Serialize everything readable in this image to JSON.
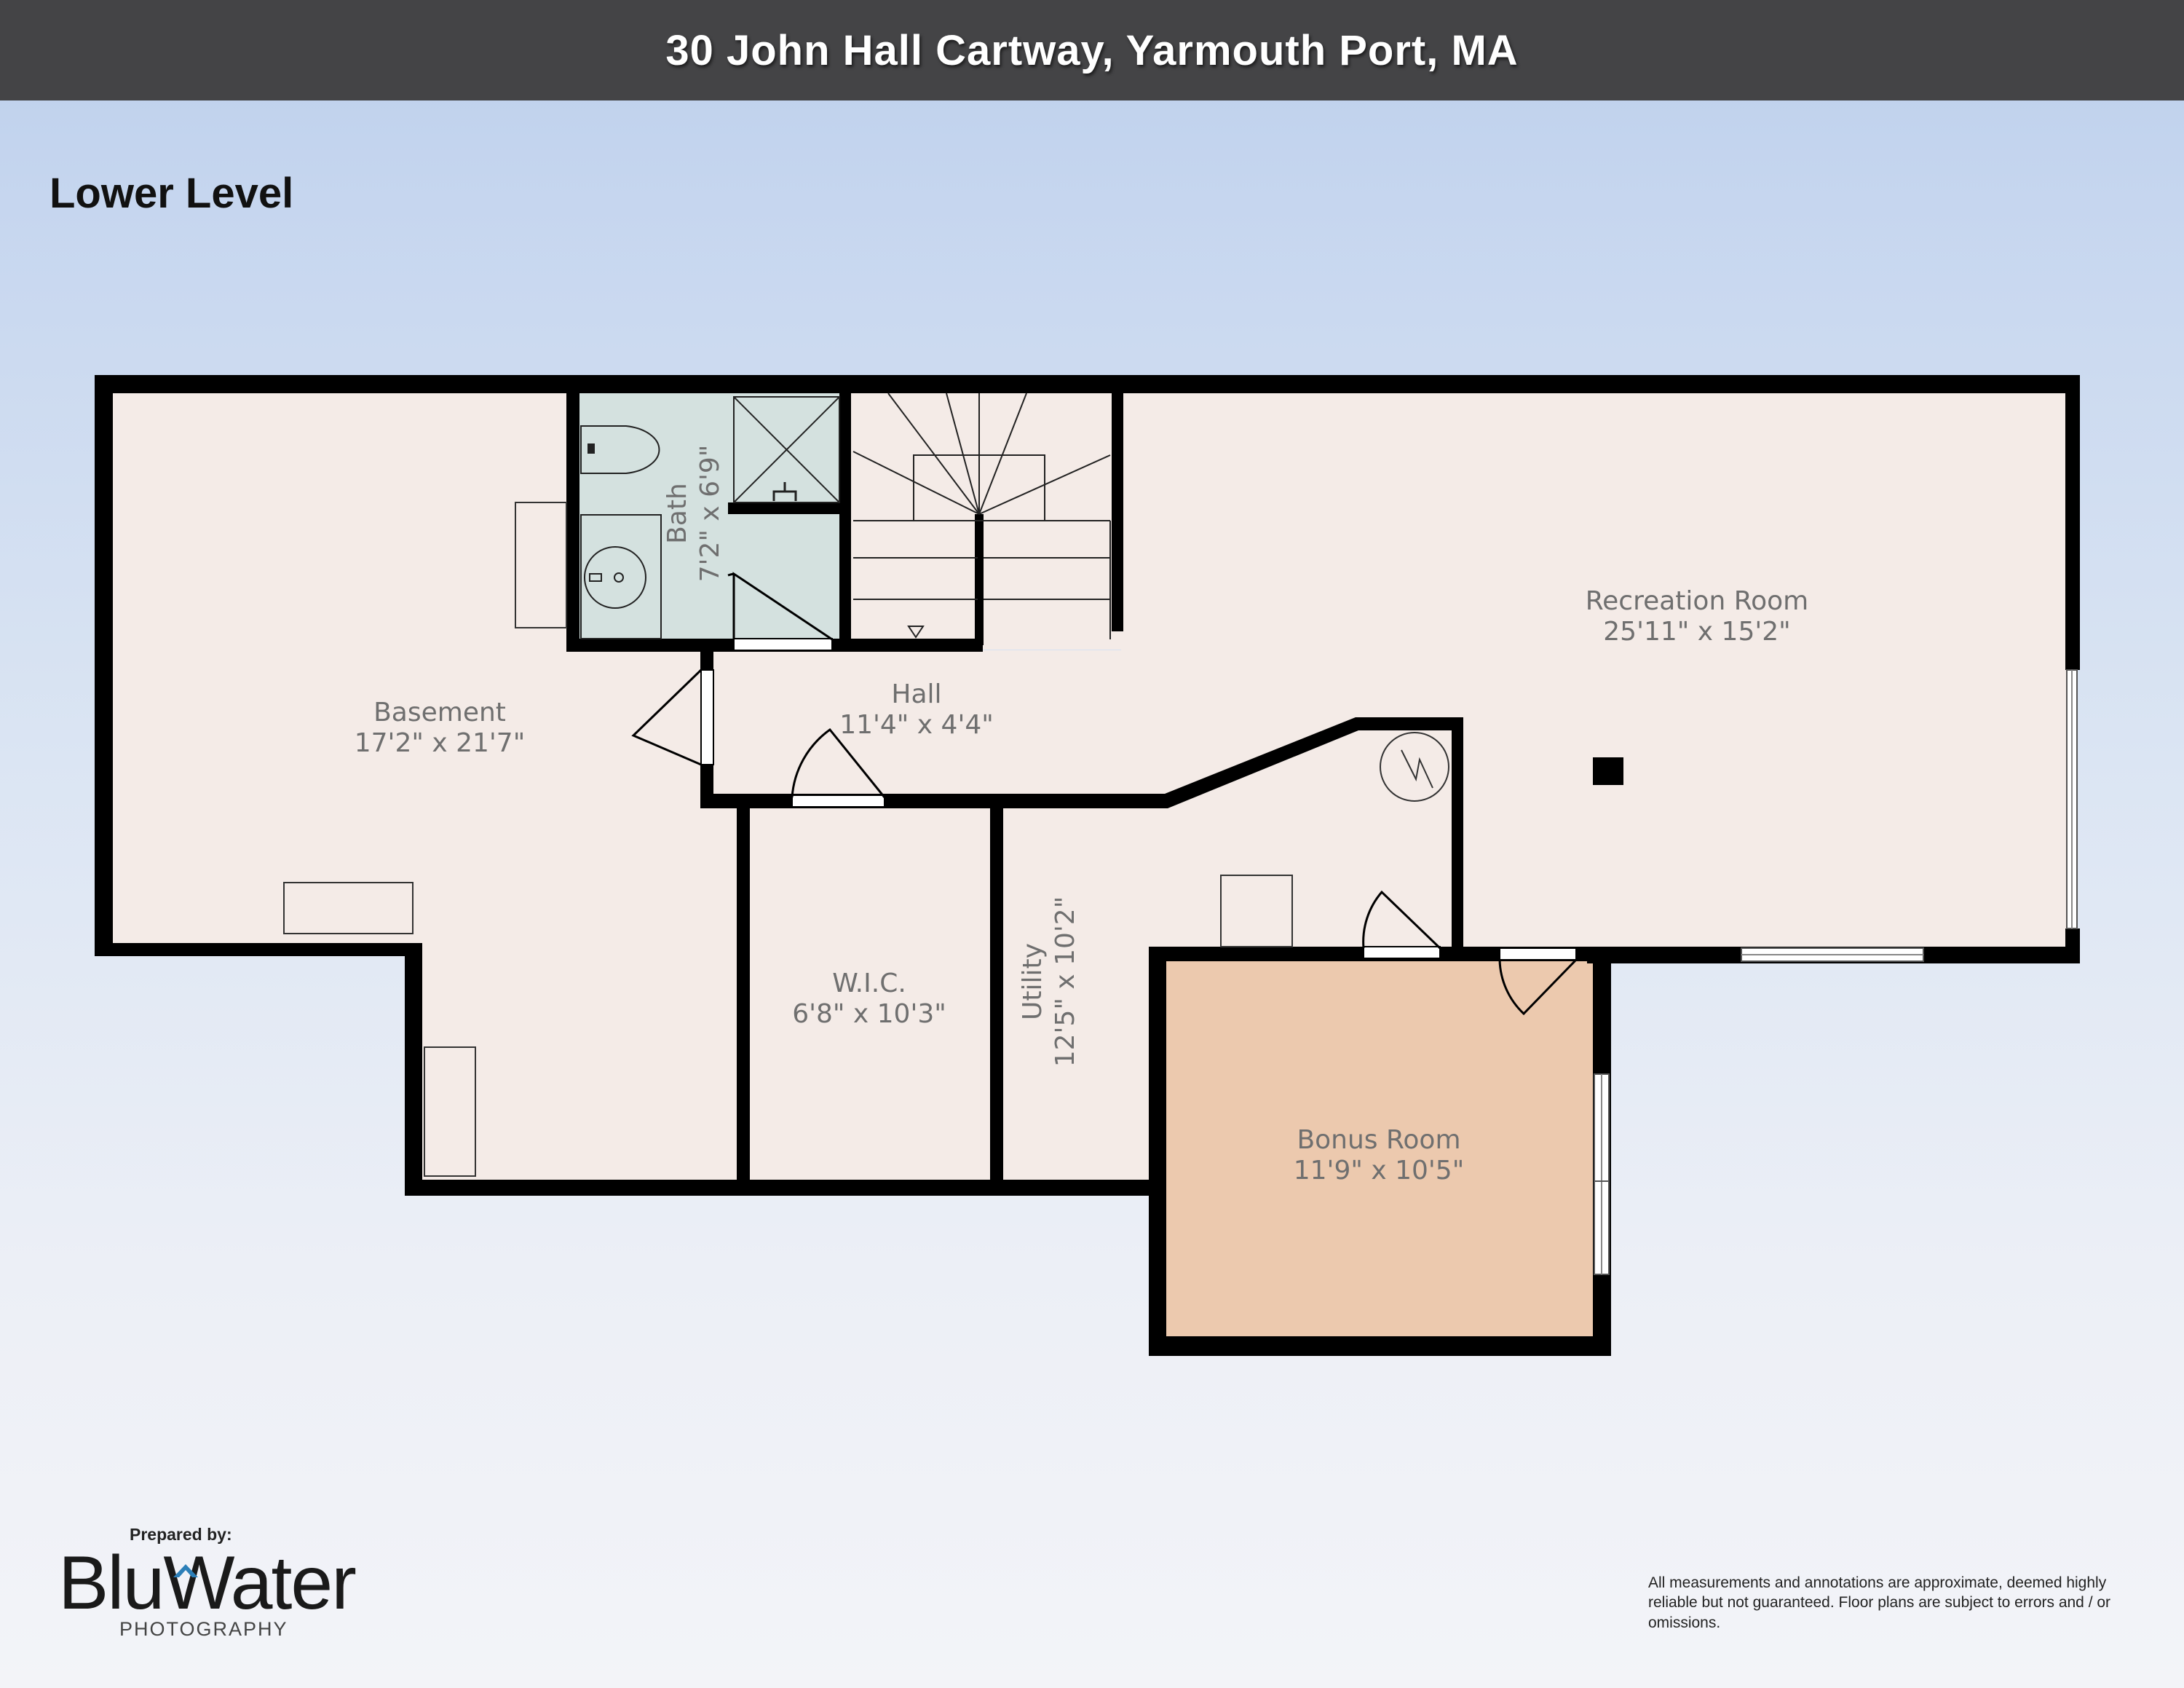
{
  "header": {
    "title": "30 John Hall Cartway, Yarmouth Port, MA"
  },
  "level": {
    "name": "Lower Level"
  },
  "rooms": {
    "basement": {
      "name": "Basement",
      "dims": "17'2\" x 21'7\""
    },
    "bath": {
      "name": "Bath",
      "dims": "7'2\" x 6'9\""
    },
    "hall": {
      "name": "Hall",
      "dims": "11'4\" x 4'4\""
    },
    "recreation": {
      "name": "Recreation Room",
      "dims": "25'11\" x 15'2\""
    },
    "wic": {
      "name": "W.I.C.",
      "dims": "6'8\" x 10'3\""
    },
    "utility": {
      "name": "Utility",
      "dims": "12'5\" x 10'2\""
    },
    "bonus": {
      "name": "Bonus Room",
      "dims": "11'9\" x 10'5\""
    }
  },
  "colors": {
    "wall": "#000000",
    "floor": "#f4ebe7",
    "bath_floor": "#d4e1df",
    "bonus_floor": "#ecc9ae",
    "title_bar": "#444446",
    "logo_accent": "#2c7fb8"
  },
  "footer": {
    "prepared_by": "Prepared by:",
    "logo_main": "BluWater",
    "logo_sub": "PHOTOGRAPHY",
    "disclaimer": "All measurements and annotations are approximate, deemed highly reliable but not guaranteed. Floor plans are subject to errors and / or omissions."
  }
}
